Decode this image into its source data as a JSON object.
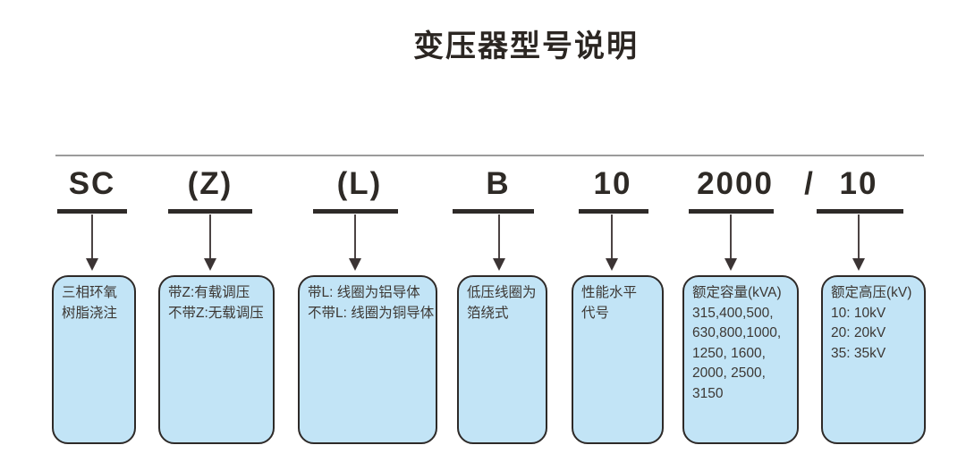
{
  "title": "变压器型号说明",
  "model": {
    "full_code": "SC (Z) (L) B 10 2000 / 10",
    "separator": "/"
  },
  "columns": [
    {
      "code": "SC",
      "lines": [
        "三相环氧",
        "树脂浇注"
      ]
    },
    {
      "code": "(Z)",
      "lines": [
        "带Z:有载调压",
        "不带Z:无载调压"
      ]
    },
    {
      "code": "(L)",
      "lines": [
        "带L: 线圈为铝导体",
        "不带L: 线圈为铜导体"
      ]
    },
    {
      "code": "B",
      "lines": [
        "低压线圈为",
        "箔绕式"
      ]
    },
    {
      "code": "10",
      "lines": [
        "性能水平",
        "代号"
      ]
    },
    {
      "code": "2000",
      "lines": [
        "额定容量(kVA)",
        "315,400,500,",
        "630,800,1000,",
        "1250, 1600,",
        "2000, 2500,",
        "3150"
      ]
    },
    {
      "code": "10",
      "lines": [
        "额定高压(kV)",
        "10: 10kV",
        "20: 20kV",
        "35: 35kV"
      ]
    }
  ],
  "colors": {
    "box_fill": "#c2e4f6",
    "box_border": "#2e2a28",
    "code_text": "#2e2a26",
    "box_text": "#3c3733",
    "rule": "#9b9b9b"
  }
}
